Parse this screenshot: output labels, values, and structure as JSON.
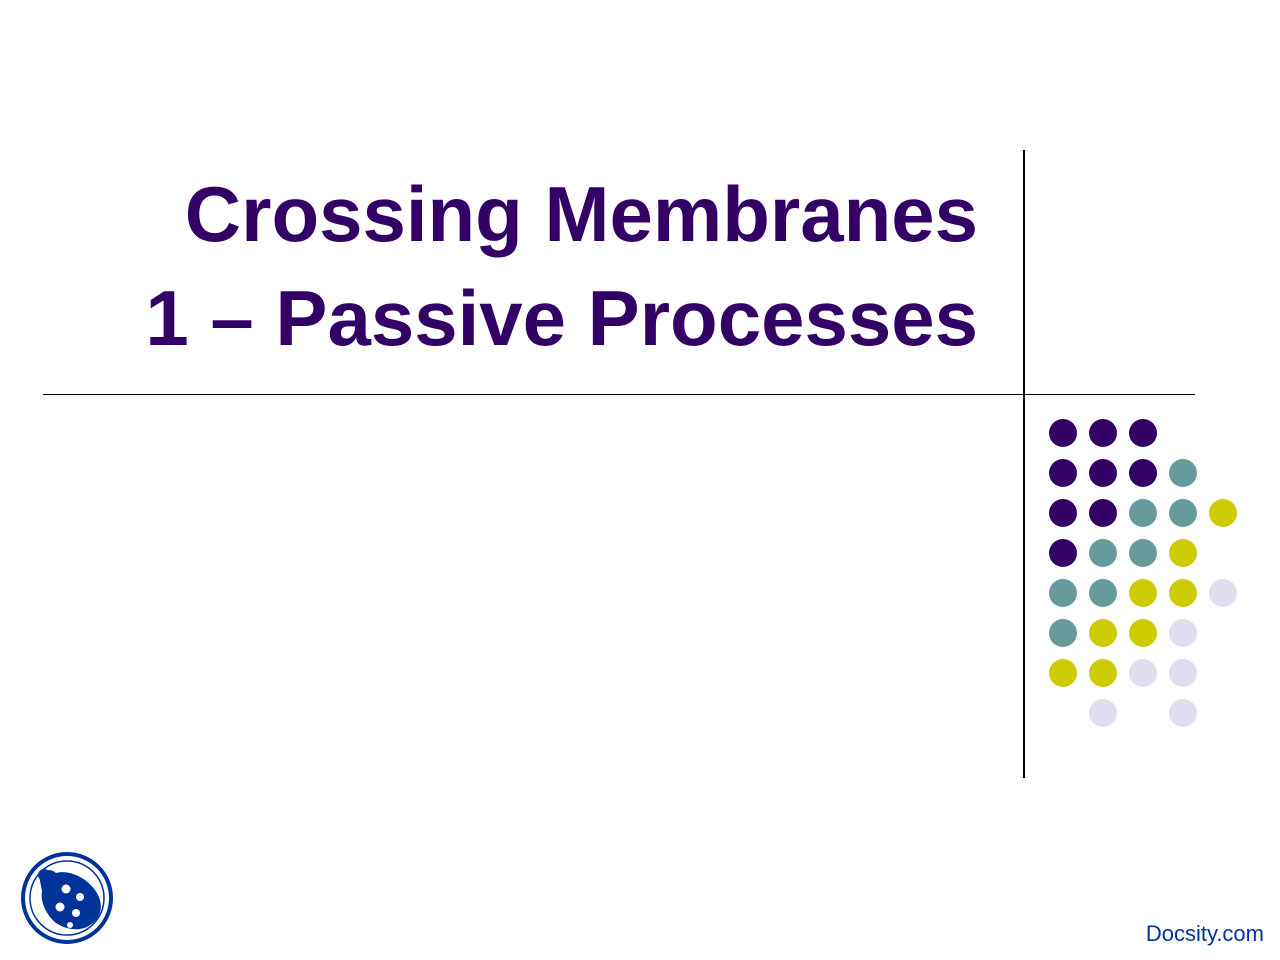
{
  "slide": {
    "title_line1": "Crossing Membranes",
    "title_line2": "1 – Passive Processes",
    "footer": "Docsity.com"
  },
  "colors": {
    "title": "#330066",
    "rule": "#000000",
    "purple": "#330066",
    "teal": "#669999",
    "olive": "#cccc00",
    "lavender": "#ddddee",
    "brand": "#003399"
  },
  "decoration": {
    "dot_grid": [
      [
        "purple",
        "purple",
        "purple",
        "",
        ""
      ],
      [
        "purple",
        "purple",
        "purple",
        "teal",
        ""
      ],
      [
        "purple",
        "purple",
        "teal",
        "teal",
        "olive"
      ],
      [
        "purple",
        "teal",
        "teal",
        "olive",
        ""
      ],
      [
        "teal",
        "teal",
        "olive",
        "olive",
        "lavender"
      ],
      [
        "teal",
        "olive",
        "olive",
        "lavender",
        ""
      ],
      [
        "olive",
        "olive",
        "lavender",
        "lavender",
        ""
      ],
      [
        "",
        "lavender",
        "",
        "lavender",
        ""
      ]
    ],
    "logo_icon": "docsity-ladybug-icon"
  }
}
